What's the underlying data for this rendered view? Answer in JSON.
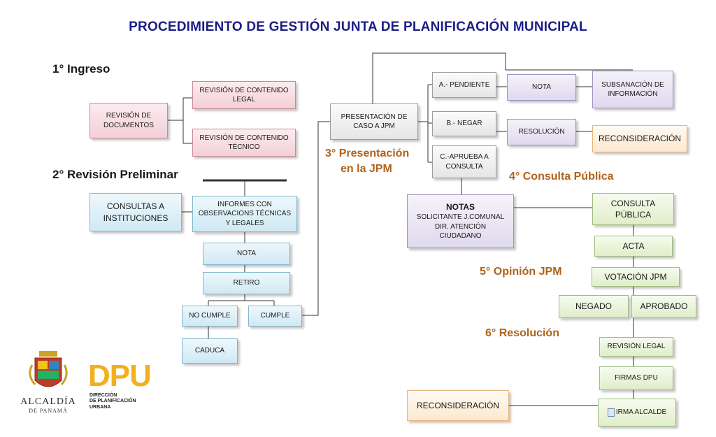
{
  "title": "PROCEDIMIENTO DE GESTIÓN JUNTA DE PLANIFICACIÓN MUNICIPAL",
  "sections": {
    "s1": "1° Ingreso",
    "s2": "2° Revisión Preliminar",
    "s3a": "3° Presentación",
    "s3b": "en la JPM",
    "s4": "4° Consulta Pública",
    "s5": "5° Opinión  JPM",
    "s6": "6°  Resolución"
  },
  "boxes": {
    "revision_documentos": "REVISIÓN DE\nDOCUMENTOS",
    "revision_legal_contenido": "REVISIÓN DE CONTENIDO\nLEGAL",
    "revision_tecnico_contenido": "REVISIÓN DE CONTENIDO\nTÉCNICO",
    "consultas_instituciones": "CONSULTAS A\nINSTITUCIONES",
    "informes": "INFORMES CON\nOBSERVACIONS TÉCNICAS\nY LEGALES",
    "nota_prelim": "NOTA",
    "retiro": "RETIRO",
    "no_cumple": "NO CUMPLE",
    "cumple": "CUMPLE",
    "caduca": "CADUCA",
    "presentacion": "PRESENTACIÓN DE\nCASO A JPM",
    "pendiente": "A.- PENDIENTE",
    "negar": "B.- NEGAR",
    "aprueba": "C.-APRUEBA A\nCONSULTA",
    "nota_pend": "NOTA",
    "subsanacion": "SUBSANACIÓN DE\nINFORMACIÓN",
    "resolucion": "RESOLUCIÓN",
    "reconsideracion_top": "RECONSIDERACIÓN",
    "notas_title": "NOTAS",
    "notas_body": "SOLICITANTE J.COMUNAL\nDIR. ATENCIÓN\nCIUDADANO",
    "consulta_publica": "CONSULTA\nPÚBLICA",
    "acta": "ACTA",
    "votacion": "VOTACIÓN JPM",
    "negado": "NEGADO",
    "aprobado": "APROBADO",
    "revision_legal": "REVISIÓN LEGAL",
    "firmas_dpu": "FIRMAS DPU",
    "firma_alcalde": "IRMA ALCALDE",
    "reconsideracion_bottom": "RECONSIDERACIÓN"
  },
  "logos": {
    "alcaldia_name": "ALCALDÍA",
    "alcaldia_sub": "DE PANAMÁ",
    "dpu": "DPU",
    "dpu_tag": "DIRECCIÓN\nDE PLANIFICACIÓN\nURBANA"
  },
  "colors": {
    "title": "#1b1d86",
    "section_orange": "#b0621b",
    "dpu_yellow": "#f2b01e"
  }
}
